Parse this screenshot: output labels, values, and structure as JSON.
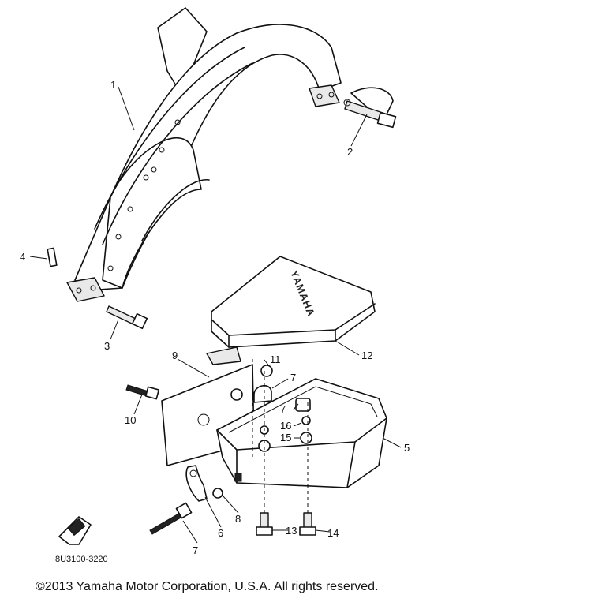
{
  "diagram": {
    "callouts": {
      "c1": "1",
      "c2": "2",
      "c3": "3",
      "c4": "4",
      "c5": "5",
      "c6": "6",
      "c7a": "7",
      "c7b": "7",
      "c7c": "7",
      "c8": "8",
      "c9": "9",
      "c10": "10",
      "c11": "11",
      "c12": "12",
      "c13": "13",
      "c14": "14",
      "c15": "15",
      "c16": "16"
    },
    "cover_brand": "YAMAHA",
    "part_code": "8U3100-3220",
    "footer": {
      "copyright": "©2013 Yamaha Motor Corporation, U.S.A. All rights reserved."
    }
  }
}
